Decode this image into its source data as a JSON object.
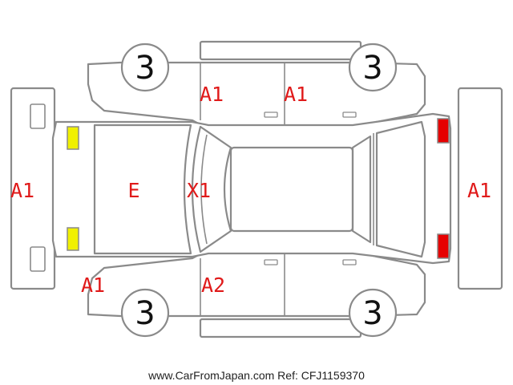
{
  "colors": {
    "outline": "#8a8a8a",
    "damage_text": "#e01a1a",
    "headlight": "#f0f000",
    "taillight": "#e60000"
  },
  "scores": {
    "front_left_wheel": "3",
    "rear_left_wheel": "3",
    "front_right_wheel": "3",
    "rear_right_wheel": "3"
  },
  "damage": {
    "front_bumper": "A1",
    "rear_bumper": "A1",
    "top_front_door": "A1",
    "top_rear_door": "A1",
    "hood": "E",
    "windshield": "X1",
    "front_corner": "A1",
    "bottom_front_door": "A2"
  },
  "icons": {
    "headlights": "yellow-lamp-icon",
    "taillights": "red-lamp-icon"
  },
  "footer": {
    "watermark": "www.CarFromJapan.com Ref: CFJ1159370"
  }
}
